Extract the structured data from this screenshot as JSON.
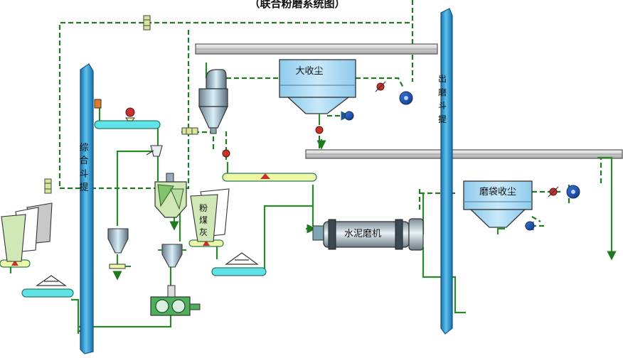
{
  "title": "（联合粉磨系统图）",
  "labels": {
    "big_dust_collector": "大收尘",
    "bag_dust_collector": "磨袋收尘",
    "cement_mill": "水泥磨机",
    "combined_elevator": [
      "综",
      "合",
      "斗",
      "提"
    ],
    "mill_exit_elevator": [
      "出",
      "磨",
      "斗",
      "提"
    ],
    "coal_ash_bin": [
      "粉",
      "煤",
      "灰"
    ]
  },
  "colors": {
    "pipe_green": "#2a8a2a",
    "dashed_green": "#1f7a1f",
    "elevator_blue": "#2e9fd6",
    "elevator_dark": "#1a6ea8",
    "conveyor_cyan": "#5fe3e8",
    "conveyor_yellow": "#eef7a6",
    "collector_blue": "#a9d8f2",
    "beam_gray": "#d9d9d9",
    "valve_red": "#c8322c",
    "bin_green": "#cfe8b5"
  }
}
